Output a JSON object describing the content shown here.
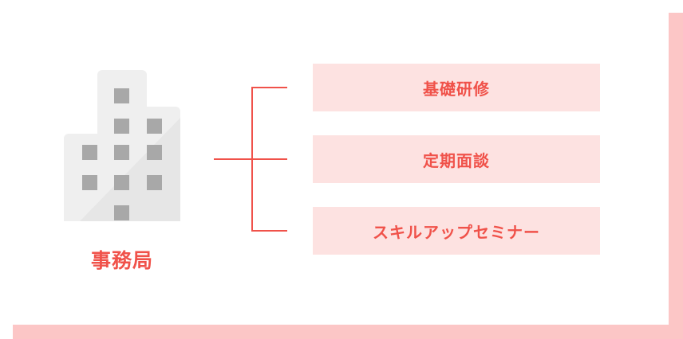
{
  "office": {
    "label": "事務局",
    "icon": "office-building-icon"
  },
  "programs": [
    {
      "label": "基礎研修"
    },
    {
      "label": "定期面談"
    },
    {
      "label": "スキルアップセミナー"
    }
  ],
  "colors": {
    "accent": "#f0524a",
    "box_fill": "#fde2e1",
    "frame_shadow": "#fcc6c6",
    "building": "#efefef",
    "window": "#a8a8a8"
  }
}
